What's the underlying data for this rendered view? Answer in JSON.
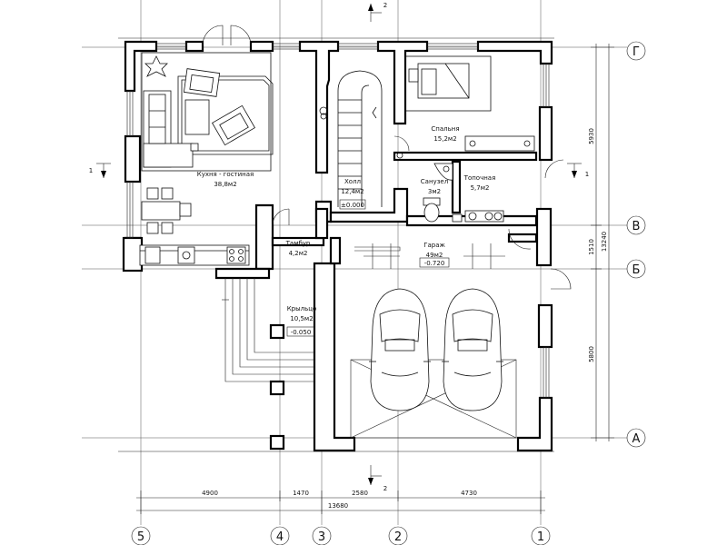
{
  "rooms": {
    "kitchen": {
      "name": "Кухня - гостиная",
      "area": "38,8м2"
    },
    "hall": {
      "name": "Холл",
      "area": "12,4м2",
      "level": "±0.000"
    },
    "bedroom": {
      "name": "Спальня",
      "area": "15,2м2"
    },
    "bath": {
      "name": "Санузел",
      "area": "3м2"
    },
    "boiler": {
      "name": "Топочная",
      "area": "5,7м2"
    },
    "vestibule": {
      "name": "Тамбур",
      "area": "4,2м2"
    },
    "garage": {
      "name": "Гараж",
      "area": "49м2",
      "level": "-0.720"
    },
    "porch": {
      "name": "Крыльцо",
      "area": "10,5м2",
      "level": "-0.050"
    }
  },
  "dimensions": {
    "bottom": [
      "4900",
      "1470",
      "2580",
      "4730"
    ],
    "bottom_total": "13680",
    "right": [
      "5930",
      "1510",
      "5800"
    ],
    "right_total": "13240"
  },
  "axes": {
    "vertical": [
      "5",
      "4",
      "3",
      "2",
      "1"
    ],
    "horizontal": [
      "Г",
      "В",
      "Б",
      "А"
    ]
  },
  "section_marks": {
    "top": "2",
    "bottom": "2",
    "left": "1",
    "right": "1"
  }
}
